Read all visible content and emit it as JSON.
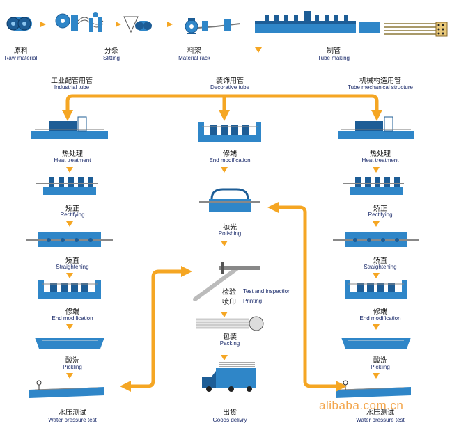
{
  "colors": {
    "machine_blue": "#2f86c8",
    "machine_dark": "#1d5d96",
    "arrow_orange": "#f5a623",
    "label_blue": "#1a2a6a",
    "watermark": "#f3a64c"
  },
  "top_row": {
    "raw_material": {
      "cn": "原料",
      "en": "Raw material"
    },
    "slitting": {
      "cn": "分条",
      "en": "Slitting"
    },
    "material_rack": {
      "cn": "料架",
      "en": "Material rack"
    },
    "tube_making": {
      "cn": "制管",
      "en": "Tube making"
    }
  },
  "branches": {
    "industrial": {
      "cn": "工业配管用管",
      "en": "Industrial tube"
    },
    "decorative": {
      "cn": "装饰用管",
      "en": "Decorative tube"
    },
    "mechanical": {
      "cn": "机械构造用管",
      "en": "Tube mechanical structure"
    }
  },
  "left_column": [
    {
      "cn": "热处理",
      "en": "Heat treatment",
      "icon": "heat-treatment-furnace-icon"
    },
    {
      "cn": "矫正",
      "en": "Rectifying",
      "icon": "rectifying-machine-icon"
    },
    {
      "cn": "矫直",
      "en": "Straightening",
      "icon": "straightening-machine-icon"
    },
    {
      "cn": "修端",
      "en": "End modification",
      "icon": "end-modification-machine-icon"
    },
    {
      "cn": "酸洗",
      "en": "Pickling",
      "icon": "pickling-tank-icon"
    },
    {
      "cn": "水压测试",
      "en": "Water pressure test",
      "icon": "water-pressure-tester-icon"
    }
  ],
  "middle_column": [
    {
      "cn": "修端",
      "en": "End modification",
      "icon": "end-modification-machine-icon"
    },
    {
      "cn": "抛光",
      "en": "Polishing",
      "icon": "polishing-machine-icon"
    },
    {
      "cn": "检验",
      "en": "Test and inspection",
      "icon": "caliper-inspection-icon"
    },
    {
      "cn": "喷印",
      "en": "Printing"
    },
    {
      "cn": "包装",
      "en": "Packing",
      "icon": "tube-bundle-icon"
    },
    {
      "cn": "出货",
      "en": "Goods delivry",
      "icon": "delivery-truck-icon"
    }
  ],
  "right_column": [
    {
      "cn": "热处理",
      "en": "Heat treatment"
    },
    {
      "cn": "矫正",
      "en": "Rectifying"
    },
    {
      "cn": "矫直",
      "en": "Straightening"
    },
    {
      "cn": "修端",
      "en": "End modification"
    },
    {
      "cn": "酸洗",
      "en": "Pickling"
    },
    {
      "cn": "水压测试",
      "en": "Water pressure test"
    }
  ],
  "watermark": "alibaba.com.cn"
}
